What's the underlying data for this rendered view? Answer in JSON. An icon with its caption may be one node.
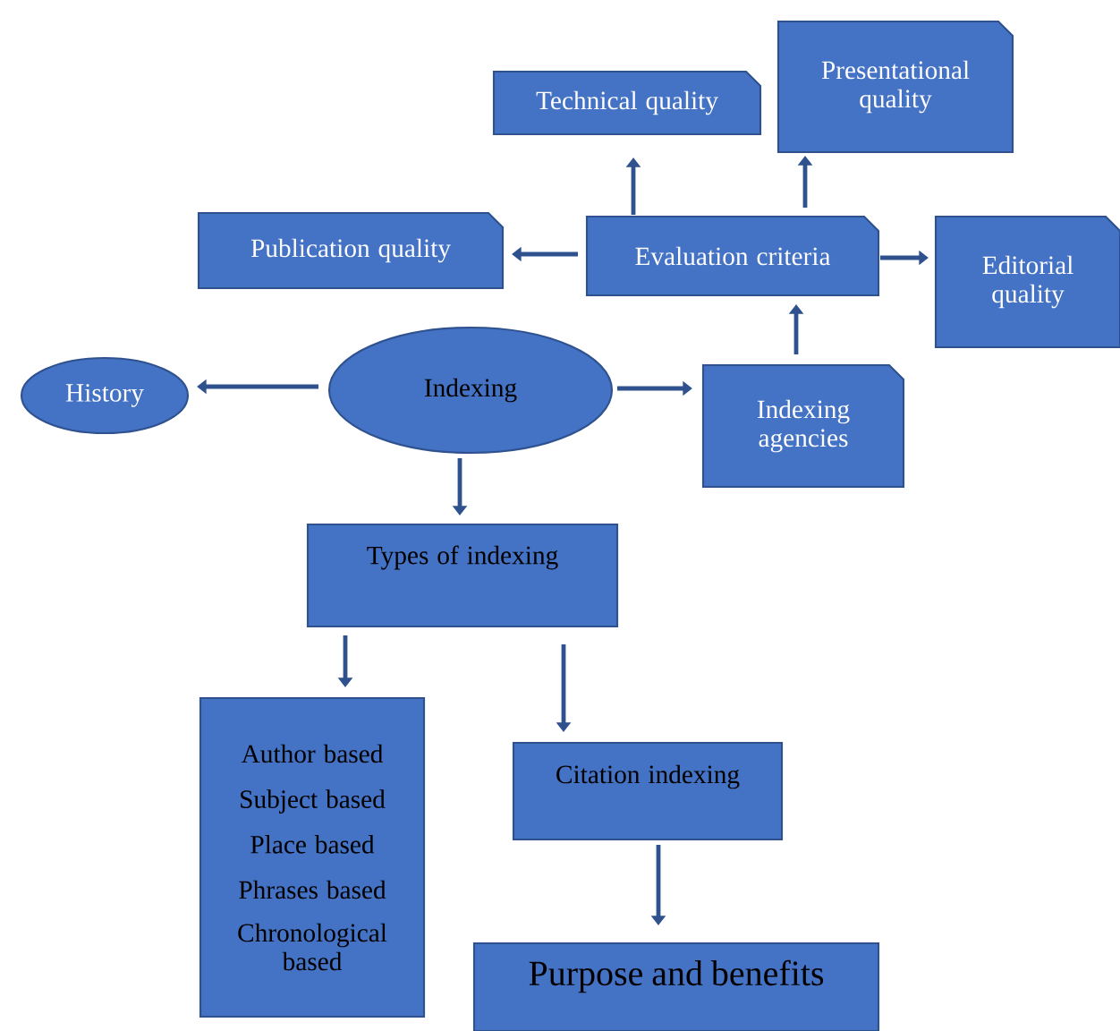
{
  "diagram": {
    "nodes": [
      {
        "text": [
          "History"
        ]
      },
      {
        "text": [
          "Indexing"
        ]
      },
      {
        "text": [
          "Indexing agencies"
        ]
      },
      {
        "text": [
          "Evaluation criteria"
        ]
      },
      {
        "text": [
          "Publication quality"
        ]
      },
      {
        "text": [
          "Technical quality"
        ]
      },
      {
        "text": [
          "Presentational quality"
        ]
      },
      {
        "text": [
          "Editorial quality"
        ]
      },
      {
        "text": [
          "Types of indexing"
        ]
      },
      {
        "text": [
          "Author based",
          "Subject based",
          "Place based",
          "Phrases based",
          "Chronological based"
        ]
      },
      {
        "text": [
          "Citation indexing"
        ]
      },
      {
        "text": [
          "Purpose and benefits"
        ]
      }
    ],
    "edges": [
      {
        "from": 1,
        "to": 0,
        "arrow": "to"
      },
      {
        "from": 1,
        "to": 2,
        "arrow": "to"
      },
      {
        "from": 2,
        "to": 3,
        "arrow": "to"
      },
      {
        "from": 3,
        "to": 4,
        "arrow": "to"
      },
      {
        "from": 3,
        "to": 5,
        "arrow": "to"
      },
      {
        "from": 3,
        "to": 6,
        "arrow": "to"
      },
      {
        "from": 3,
        "to": 7,
        "arrow": "to"
      },
      {
        "from": 1,
        "to": 8,
        "arrow": "to"
      },
      {
        "from": 8,
        "to": 9,
        "arrow": "to"
      },
      {
        "from": 8,
        "to": 10,
        "arrow": "to"
      },
      {
        "from": 10,
        "to": 11,
        "arrow": "to"
      }
    ]
  }
}
